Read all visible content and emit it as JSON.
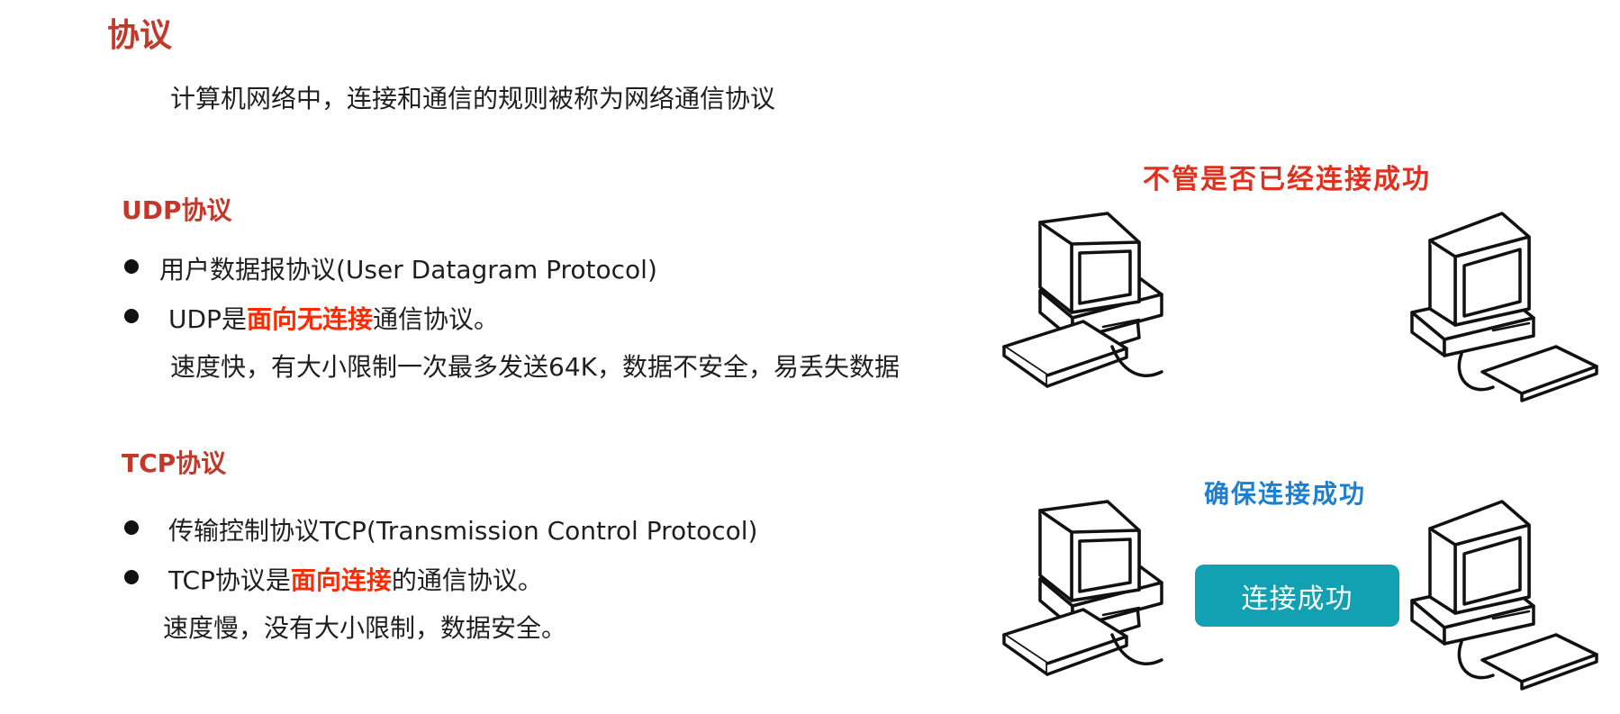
{
  "page_title": "协议",
  "intro": "计算机网络中，连接和通信的规则被称为网络通信协议",
  "udp": {
    "heading": "UDP协议",
    "item1": "用户数据报协议(User Datagram Protocol)",
    "item2_prefix": "UDP是",
    "item2_highlight": "面向无连接",
    "item2_suffix": "通信协议。",
    "detail": "速度快，有大小限制一次最多发送64K，数据不安全，易丢失数据"
  },
  "tcp": {
    "heading": "TCP协议",
    "item1": "传输控制协议TCP(Transmission Control Protocol)",
    "item2_prefix": "TCP协议是",
    "item2_highlight": "面向连接",
    "item2_suffix": "的通信协议。",
    "detail": "速度慢，没有大小限制，数据安全。"
  },
  "illustration": {
    "udp_caption": "不管是否已经连接成功",
    "tcp_caption": "确保连接成功",
    "connect_badge": "连接成功"
  },
  "colors": {
    "heading": "#c0392b",
    "highlight": "#ff2a00",
    "udp_caption": "#e0301e",
    "tcp_caption": "#1d7fcf",
    "badge": "#12a1b2"
  }
}
